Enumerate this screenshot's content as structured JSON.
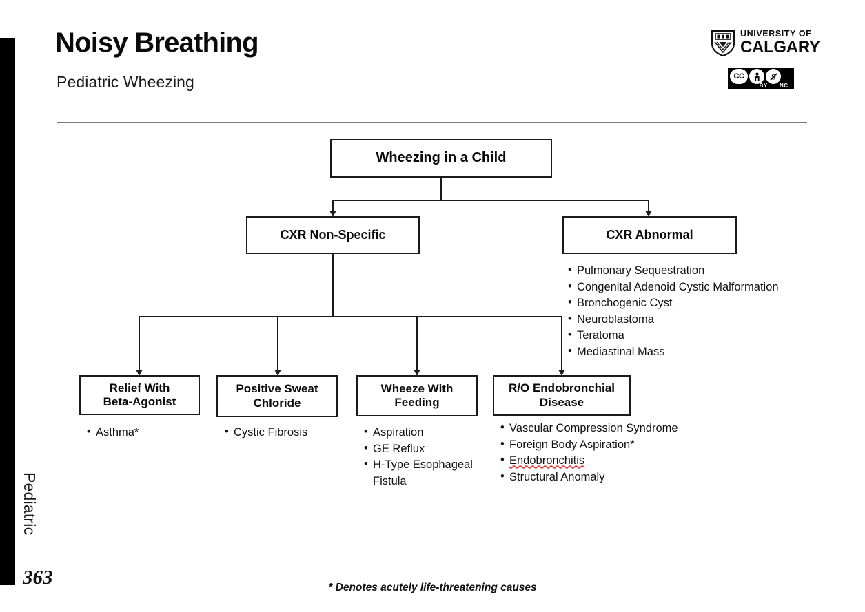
{
  "slide": {
    "title": "Noisy Breathing",
    "subtitle": "Pediatric Wheezing",
    "section_label": "Pediatric",
    "page_number": "363",
    "footnote": "* Denotes acutely life-threatening causes",
    "accent_color": "#000000",
    "rule_color": "#7a7a7a"
  },
  "branding": {
    "crest_icon": "university-crest-icon",
    "university_line1": "UNIVERSITY OF",
    "university_line2": "CALGARY",
    "license": {
      "badge_icon": "creative-commons-badge",
      "cc_glyph": "CC",
      "by_glyph": "ༀ",
      "nc_glyph": "Ⓢ",
      "by_label": "BY",
      "nc_label": "NC"
    }
  },
  "flowchart": {
    "type": "decision-tree",
    "root": {
      "id": "wheezing-in-a-child",
      "label": "Wheezing in a Child"
    },
    "level2": [
      {
        "id": "cxr-non-specific",
        "label": "CXR Non-Specific"
      },
      {
        "id": "cxr-abnormal",
        "label": "CXR Abnormal"
      }
    ],
    "cxr_abnormal_items": [
      "Pulmonary Sequestration",
      "Congenital Adenoid Cystic Malformation",
      "Bronchogenic Cyst",
      "Neuroblastoma",
      "Teratoma",
      "Mediastinal Mass"
    ],
    "level3": [
      {
        "id": "relief-with-beta-agonist",
        "line1": "Relief With",
        "line2": "Beta-Agonist",
        "items": [
          {
            "text": "Asthma*",
            "flagged": false
          }
        ]
      },
      {
        "id": "positive-sweat-chloride",
        "line1": "Positive Sweat",
        "line2": "Chloride",
        "items": [
          {
            "text": "Cystic Fibrosis",
            "flagged": false
          }
        ]
      },
      {
        "id": "wheeze-with-feeding",
        "line1": "Wheeze With",
        "line2": "Feeding",
        "items": [
          {
            "text": "Aspiration",
            "flagged": false
          },
          {
            "text": "GE Reflux",
            "flagged": false
          },
          {
            "text": "H-Type Esophageal Fistula",
            "flagged": false
          }
        ]
      },
      {
        "id": "ro-endobronchial-disease",
        "line1": "R/O Endobronchial",
        "line2": "Disease",
        "items": [
          {
            "text": "Vascular Compression Syndrome",
            "flagged": false
          },
          {
            "text": "Foreign Body Aspiration*",
            "flagged": false
          },
          {
            "text": "Endobronchitis",
            "flagged": true
          },
          {
            "text": "Structural Anomaly",
            "flagged": false
          }
        ]
      }
    ]
  }
}
